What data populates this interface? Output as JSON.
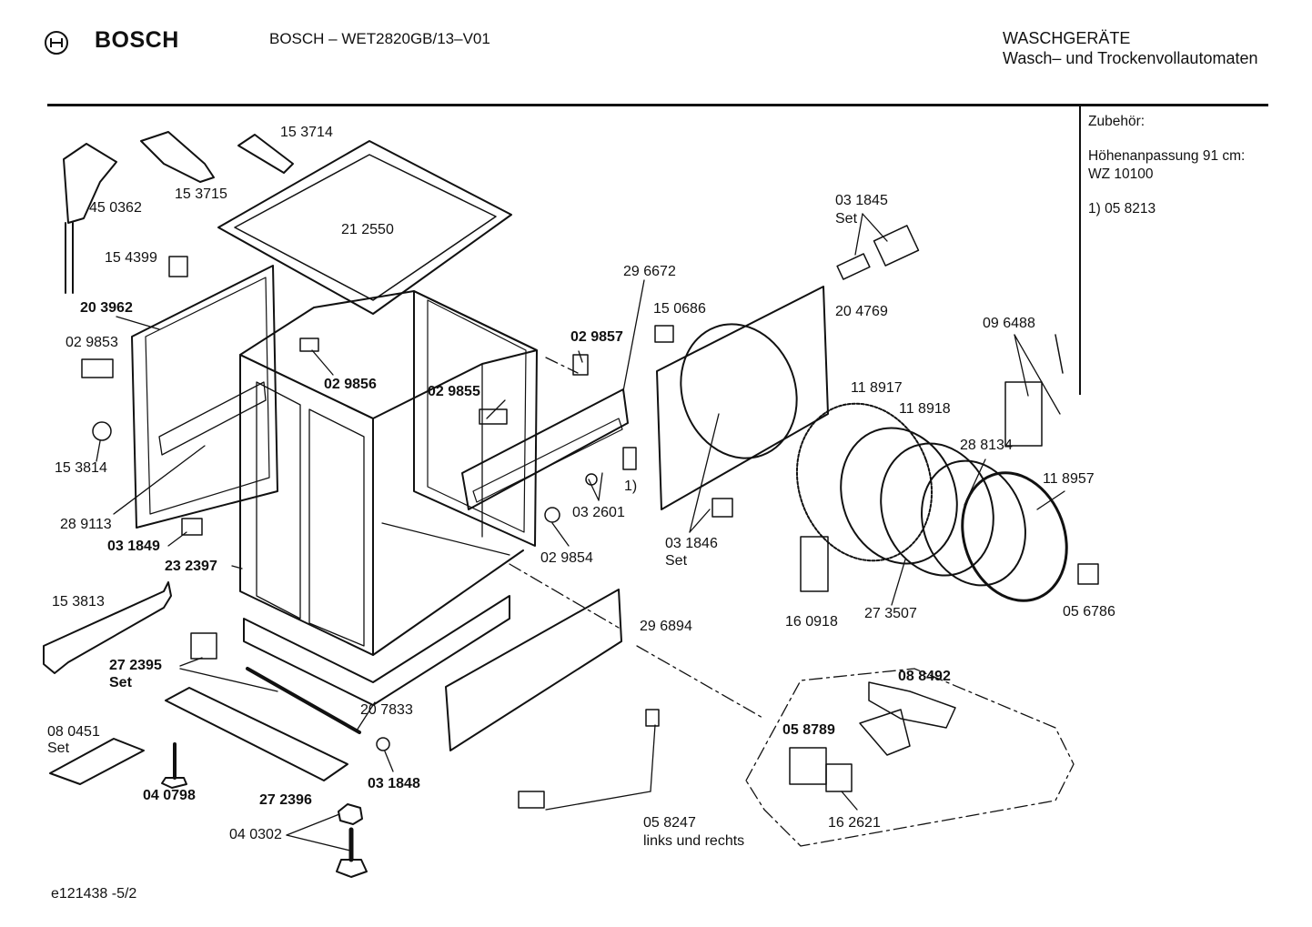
{
  "header": {
    "brand": "BOSCH",
    "model": "BOSCH – WET2820GB/13–V01",
    "category_line1": "WASCHGERÄTE",
    "category_line2": "Wasch– und Trockenvollautomaten"
  },
  "accessories": {
    "title": "Zubehör:",
    "line1": "Höhenanpassung 91 cm:",
    "line2": "WZ 10100",
    "line3": "1)  05 8213"
  },
  "parts": {
    "p153714": "15 3714",
    "p153715": "15 3715",
    "p450362": "45 0362",
    "p212550": "21 2550",
    "p154399": "15 4399",
    "p203962": "20 3962",
    "p029853": "02 9853",
    "p029856": "02 9856",
    "p029857": "02 9857",
    "p029855": "02 9855",
    "p296672": "29 6672",
    "p150686": "15 0686",
    "p204769": "20 4769",
    "p031845": "03 1845",
    "p031845set": "Set",
    "p096488": "09  6488",
    "p118917": "11  8917",
    "p118918": "11 8918",
    "p288134": "28 8134",
    "p118957": "11 8957",
    "p153814": "15 3814",
    "p289113": "28 9113",
    "p031849": "03 1849",
    "p232397": "23 2397",
    "p032601": "03 2601",
    "pfootnote": "1)",
    "p029854": "02 9854",
    "p031846": "03 1846",
    "p031846set": "Set",
    "p160918": "16 0918",
    "p273507": "27 3507",
    "p056786": "05 6786",
    "p153813": "15 3813",
    "p296894": "29 6894",
    "p272395": "27 2395",
    "p272395set": "Set",
    "p207833": "20 7833",
    "p088492": "08 8492",
    "p058789": "05 8789",
    "p080451": "08 0451",
    "p080451set": "Set",
    "p040798": "04 0798",
    "p031848": "03 1848",
    "p272396": "27 2396",
    "p040302": "04 0302",
    "p058247": "05 8247",
    "p058247note": "links und rechts",
    "p162621": "16 2621"
  },
  "footer": {
    "code": "e121438 -5/2"
  }
}
